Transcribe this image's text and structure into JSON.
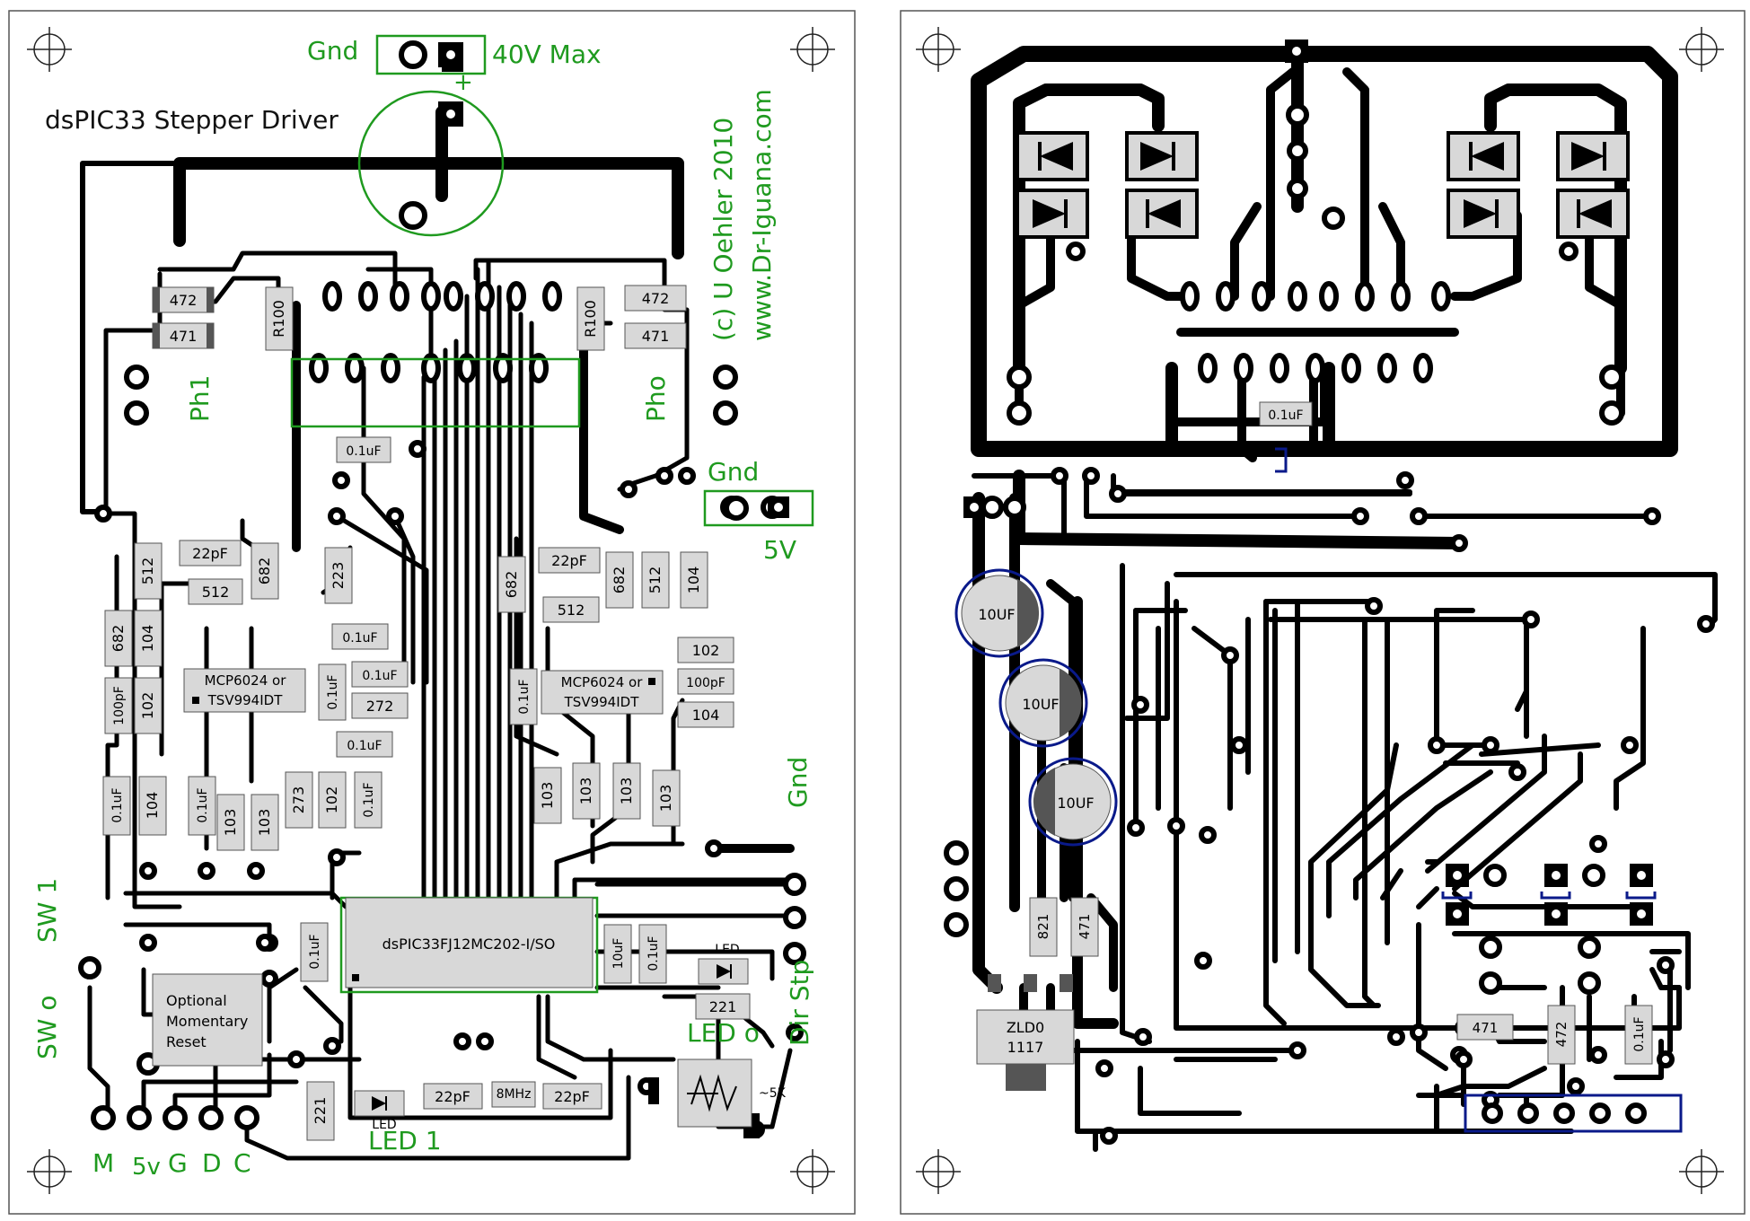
{
  "colors": {
    "copper": "#000000",
    "silk_green": "#1f9a1f",
    "part_fill": "#d8d8d8",
    "part_stroke": "#555555",
    "navy": "#0a1a8a",
    "background": "#ffffff"
  },
  "left_board": {
    "title": "dsPIC33 Stepper Driver",
    "copyright": "(c) U Oehler 2010",
    "website": "www.Dr-Iguana.com",
    "labels": {
      "gnd_top": "Gnd",
      "vmax": "40V Max",
      "plus": "+",
      "ph1": "Ph1",
      "pho": "Pho",
      "gnd_mid": "Gnd",
      "five_v": "5V",
      "gnd_right": "Gnd",
      "sw1": "SW 1",
      "sw0": "SW o",
      "led0": "LED o",
      "led1": "LED 1",
      "dir_stp": "Dir Stp",
      "m": "M",
      "five_v_bottom": "5v",
      "g": "G",
      "d": "D",
      "c": "C"
    },
    "ic_main": "dsPIC33FJ12MC202-I/SO",
    "ic_opamp_left": [
      "MCP6024 or",
      "TSV994IDT"
    ],
    "ic_opamp_right": [
      "MCP6024 or",
      "TSV994IDT"
    ],
    "reset_button": [
      "Optional",
      "Momentary",
      "Reset"
    ],
    "pot_value": "~5K",
    "crystal": "8MHz",
    "led_label": "LED",
    "resistor_values": {
      "r472a": "472",
      "r471a": "471",
      "r100a": "R100",
      "r100b": "R100",
      "r472b": "472",
      "r471b": "471",
      "c01a": "0.1uF",
      "c22a": "22pF",
      "r512a": "512",
      "r682a": "682",
      "r512b": "512",
      "r682b": "682",
      "r104a": "104",
      "c100a": "100pF",
      "r102a": "102",
      "r223": "223",
      "c01b": "0.1uF",
      "c01c": "0.1uF",
      "c01d": "0.1uF",
      "r272": "272",
      "c01e": "0.1uF",
      "c01f": "0.1uF",
      "r104b": "104",
      "c01g": "0.1uF",
      "r103a": "103",
      "r103b": "103",
      "r273": "273",
      "r102b": "102",
      "c01h": "0.1uF",
      "r682c": "682",
      "c22b": "22pF",
      "r682d": "682",
      "r512c": "512",
      "r104c": "104",
      "r512d": "512",
      "r102c": "102",
      "c100b": "100pF",
      "c01i": "0.1uF",
      "r104d": "104",
      "r103c": "103",
      "r103d": "103",
      "r103e": "103",
      "r103f": "103",
      "c01j": "0.1uF",
      "c10a": "10uF",
      "c01k": "0.1uF",
      "r221a": "221",
      "r221b": "221",
      "c22c": "22pF",
      "c22d": "22pF"
    }
  },
  "right_board": {
    "cap_10uf": [
      "10UF",
      "10UF",
      "10UF"
    ],
    "c01": "0.1uF",
    "r821": "821",
    "r471a": "471",
    "regulator": [
      "ZLD0",
      "1117"
    ],
    "r471b": "471",
    "r472": "472",
    "c01b": "0.1uF"
  }
}
